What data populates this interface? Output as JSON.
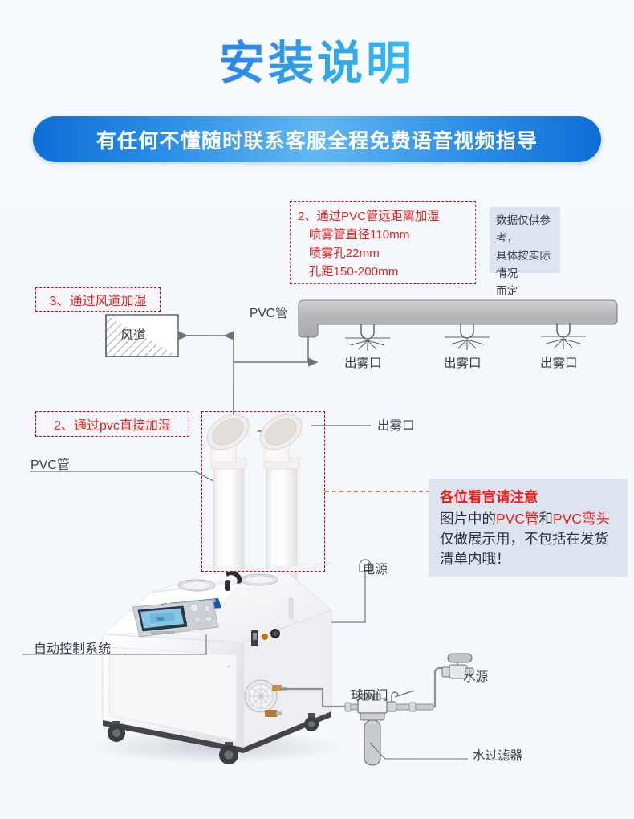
{
  "header": {
    "title": "安装说明",
    "banner": "有任何不懂随时联系客服全程免费语音视频指导"
  },
  "annotations": {
    "pvc_remote": {
      "line1": "2、通过PVC管远距离加湿",
      "line2": "喷雾管直径110mm",
      "line3": "喷雾孔22mm",
      "line4": "孔距150-200mm"
    },
    "gray_note": {
      "line1": "数据仅供参考，",
      "line2": "具体按实际情况",
      "line3": "而定"
    },
    "duct_method": "3、通过风道加湿",
    "pvc_direct_method": "2、通过pvc直接加湿"
  },
  "notice": {
    "head": "各位看官请注意",
    "body_p1": "图片中的",
    "body_hl1": "PVC管",
    "body_p2": "和",
    "body_hl2": "PVC",
    "body_hl3": "弯头",
    "body_p3": "仅做展示用，不包",
    "body_p4": "括在发货清单内哦！"
  },
  "labels": {
    "pvc_pipe_top": "PVC管",
    "duct": "风道",
    "mist_outlet_1": "出雾口",
    "mist_outlet_2": "出雾口",
    "mist_outlet_3": "出雾口",
    "mist_outlet_machine": "出雾口",
    "pvc_pipe_left": "PVC管",
    "power": "电源",
    "auto_control_system": "自动控制系统",
    "ball_valve": "球网门",
    "water_source": "水源",
    "water_filter": "水过滤器"
  },
  "colors": {
    "red": "#e8201b",
    "blue_dark": "#0f6ed6",
    "blue_light": "#62b7f2",
    "cyan": "#46dcf8",
    "note_bg": "#dde4f0",
    "background": "#f5f8fd",
    "line_gray": "#8a8f98",
    "pipe_gray": "#b9babb"
  }
}
